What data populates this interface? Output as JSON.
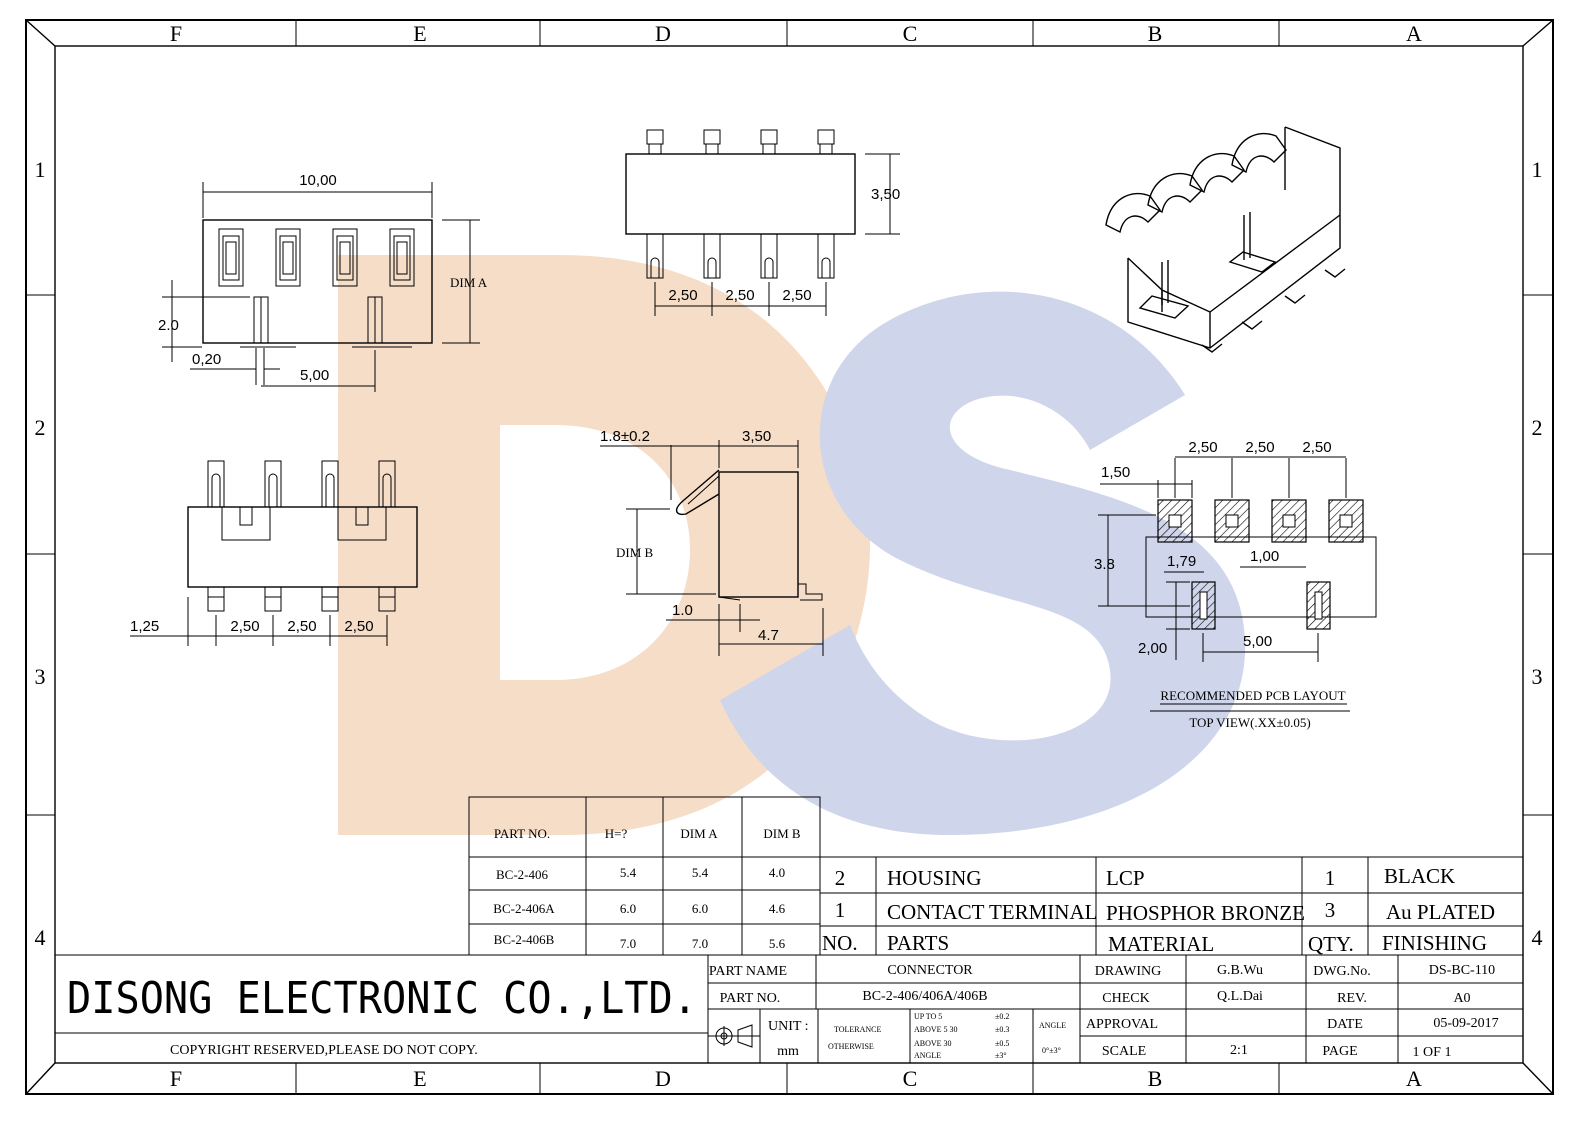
{
  "zones": {
    "columns": [
      "F",
      "E",
      "D",
      "C",
      "B",
      "A"
    ],
    "rows": [
      "1",
      "2",
      "3",
      "4"
    ]
  },
  "watermark": {
    "text": "DS",
    "colors": {
      "d": "#f6ddc8",
      "s": "#cfd5ea"
    }
  },
  "top_view": {
    "width": "10,00",
    "dim_a": "DIM A",
    "height_left": "2.0",
    "pin_width": "0,20",
    "pin_pitch": "5,00"
  },
  "side_view_top": {
    "height": "3,50",
    "pitches": [
      "2,50",
      "2,50",
      "2,50"
    ]
  },
  "front_view": {
    "offset": "1,25",
    "pitches": [
      "2,50",
      "2,50",
      "2,50"
    ]
  },
  "section_view": {
    "contact": "1.8±0.2",
    "width": "3,50",
    "dim_b": "DIM B",
    "foot": "1.0",
    "depth": "4.7"
  },
  "pcb_layout": {
    "pitches": [
      "2,50",
      "2,50",
      "2,50"
    ],
    "pad_width": "1,50",
    "height": "3.8",
    "spacing": "1,79",
    "pad2_width": "1,00",
    "pad2_height": "2,00",
    "pad2_pitch": "5,00",
    "title": "RECOMMENDED PCB LAYOUT",
    "subtitle": "TOP VIEW(.XX±0.05)"
  },
  "dim_table": {
    "headers": [
      "PART NO.",
      "H=?",
      "DIM A",
      "DIM B"
    ],
    "rows": [
      [
        "BC-2-406",
        "5.4",
        "5.4",
        "4.0"
      ],
      [
        "BC-2-406A",
        "6.0",
        "6.0",
        "4.6"
      ],
      [
        "BC-2-406B",
        "7.0",
        "7.0",
        "5.6"
      ]
    ]
  },
  "bom": {
    "rows": [
      [
        "2",
        "HOUSING",
        "LCP",
        "1",
        "BLACK"
      ],
      [
        "1",
        "CONTACT TERMINAL",
        "PHOSPHOR BRONZE",
        "3",
        "Au PLATED"
      ]
    ],
    "headers": [
      "NO.",
      "PARTS",
      "MATERIAL",
      "QTY.",
      "FINISHING"
    ]
  },
  "title_block": {
    "company": "DISONG ELECTRONIC CO.,LTD.",
    "copyright": "COPYRIGHT RESERVED,PLEASE DO NOT COPY.",
    "part_name_label": "PART NAME",
    "part_name": "CONNECTOR",
    "part_no_label": "PART NO.",
    "part_no": "BC-2-406/406A/406B",
    "unit_label": "UNIT :",
    "unit": "mm",
    "tolerance_1": "TOLERANCE",
    "tolerance_2": "OTHERWISE",
    "tol_ranges": [
      "UP TO 5",
      "ABOVE 5  30",
      "ABOVE 30",
      "ANGLE"
    ],
    "tol_values": [
      "±0.2",
      "±0.3",
      "±0.5",
      "±3°"
    ],
    "angle_label": "ANGLE",
    "angle_value": "0°±3°",
    "drawing_label": "DRAWING",
    "drawing": "G.B.Wu",
    "check_label": "CHECK",
    "check": "Q.L.Dai",
    "approval_label": "APPROVAL",
    "approval": "",
    "scale_label": "SCALE",
    "scale": "2:1",
    "dwg_no_label": "DWG.No.",
    "dwg_no": "DS-BC-110",
    "rev_label": "REV.",
    "rev": "A0",
    "date_label": "DATE",
    "date": "05-09-2017",
    "page_label": "PAGE",
    "page": "1 OF 1"
  }
}
